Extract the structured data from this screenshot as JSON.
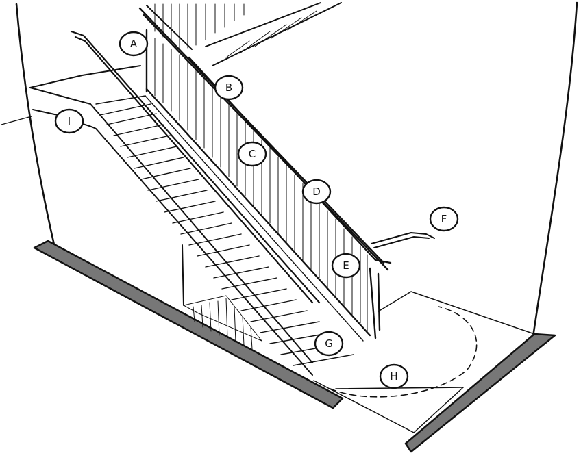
{
  "callouts": [
    {
      "key": "A",
      "label": "A"
    },
    {
      "key": "B",
      "label": "B"
    },
    {
      "key": "C",
      "label": "C"
    },
    {
      "key": "D",
      "label": "D"
    },
    {
      "key": "E",
      "label": "E"
    },
    {
      "key": "F",
      "label": "F"
    },
    {
      "key": "G",
      "label": "G"
    },
    {
      "key": "H",
      "label": "H"
    },
    {
      "key": "I",
      "label": "I"
    }
  ],
  "colors": {
    "ink": "#111111",
    "paper": "#ffffff",
    "base_band": "#777777"
  }
}
